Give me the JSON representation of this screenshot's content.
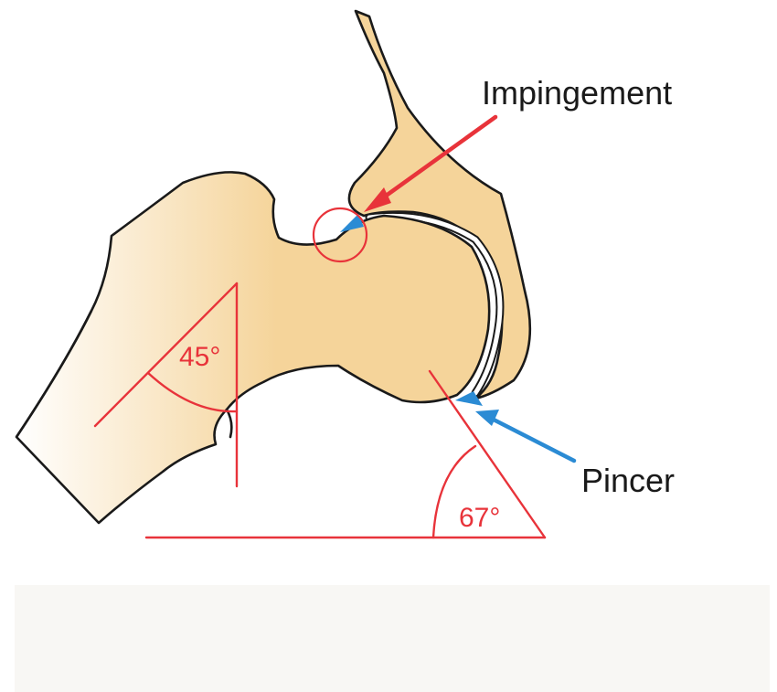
{
  "labels": {
    "impingement": "Impingement",
    "pincer": "Pincer",
    "angle_femur": "45°",
    "angle_acetabulum": "67°"
  },
  "colors": {
    "bone_fill": "#f5d49a",
    "bone_outline": "#1a1a1a",
    "angle_lines": "#e8333a",
    "impingement_arrow": "#e8333a",
    "pincer_arrow": "#2b8bd4",
    "contact_marker": "#2b8bd4",
    "caption_background": "#f8f7f4"
  }
}
